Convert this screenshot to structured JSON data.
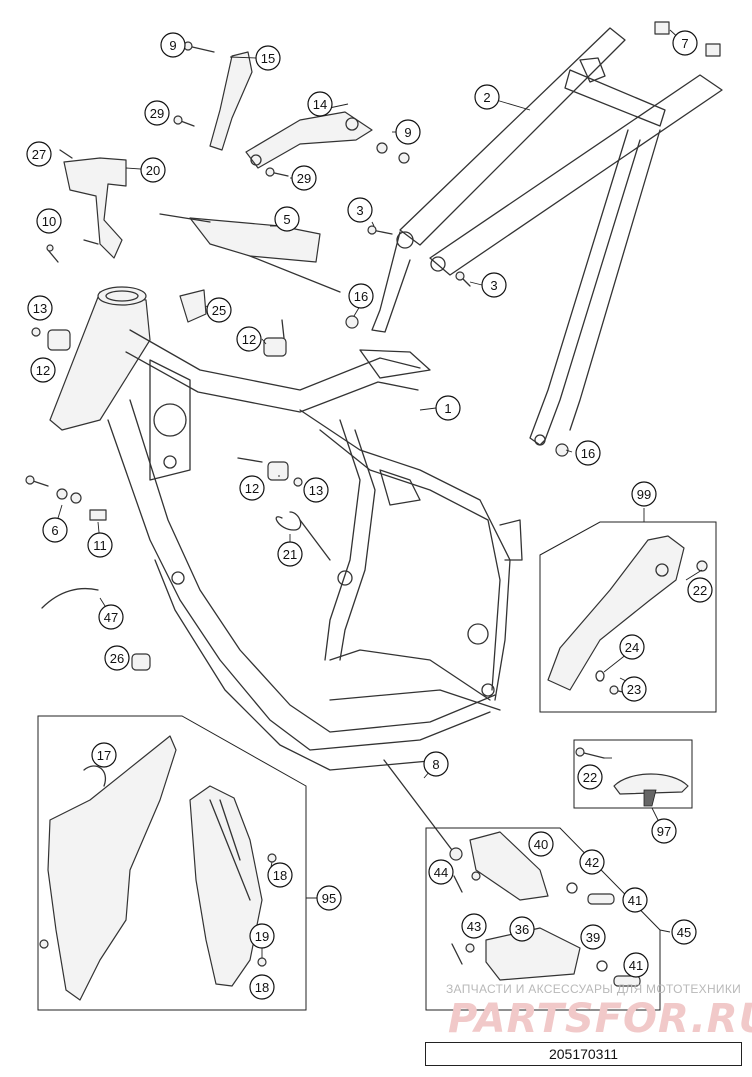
{
  "callouts": {
    "c1": "1",
    "c2": "2",
    "c3a": "3",
    "c3b": "3",
    "c5": "5",
    "c6": "6",
    "c7": "7",
    "c8": "8",
    "c9a": "9",
    "c9b": "9",
    "c10": "10",
    "c11": "11",
    "c12a": "12",
    "c12b": "12",
    "c12c": "12",
    "c13a": "13",
    "c13b": "13",
    "c14": "14",
    "c15": "15",
    "c16a": "16",
    "c16b": "16",
    "c17": "17",
    "c18a": "18",
    "c18b": "18",
    "c19": "19",
    "c20": "20",
    "c21": "21",
    "c22a": "22",
    "c22b": "22",
    "c23": "23",
    "c24": "24",
    "c25": "25",
    "c26": "26",
    "c27": "27",
    "c29a": "29",
    "c29b": "29",
    "c36": "36",
    "c39": "39",
    "c40": "40",
    "c41a": "41",
    "c41b": "41",
    "c42": "42",
    "c43": "43",
    "c44": "44",
    "c45": "45",
    "c47": "47",
    "c95": "95",
    "c97": "97",
    "c99": "99"
  },
  "watermark": {
    "line1": "ЗАПЧАСТИ И АКСЕССУАРЫ ДЛЯ МОТОТЕХНИКИ",
    "line2": "PARTSFOR.RU"
  },
  "footer": {
    "diagram_number": "205170311"
  }
}
